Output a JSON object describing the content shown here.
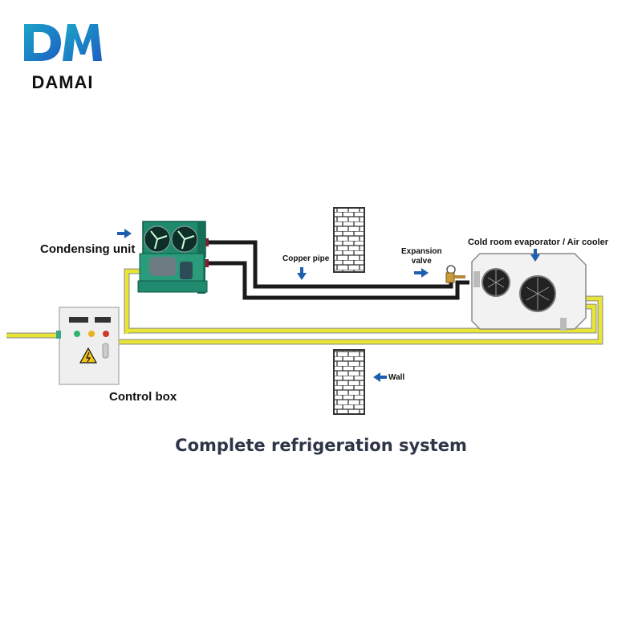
{
  "brand": {
    "name": "DAMAI",
    "logo_letters": "DM",
    "colors": {
      "blue": "#1c72c9",
      "teal": "#1ba5c9"
    }
  },
  "labels": {
    "condensing_unit": "Condensing unit",
    "copper_pipe": "Copper pipe",
    "expansion_valve_line1": "Expansion",
    "expansion_valve_line2": "valve",
    "evaporator": "Cold room evaporator / Air cooler",
    "control_box": "Control box",
    "wall": "Wall"
  },
  "caption": "Complete refrigeration system",
  "colors": {
    "pipe": "#1a1a1a",
    "cable": "#e9e633",
    "arrow": "#1f5fb0",
    "brick": "#333333",
    "unit_green": "#1f8a6e",
    "caption": "#2d3547"
  },
  "icons": [
    "arrow-right-icon",
    "arrow-down-icon",
    "arrow-left-icon",
    "fan-icon",
    "warning-icon"
  ]
}
